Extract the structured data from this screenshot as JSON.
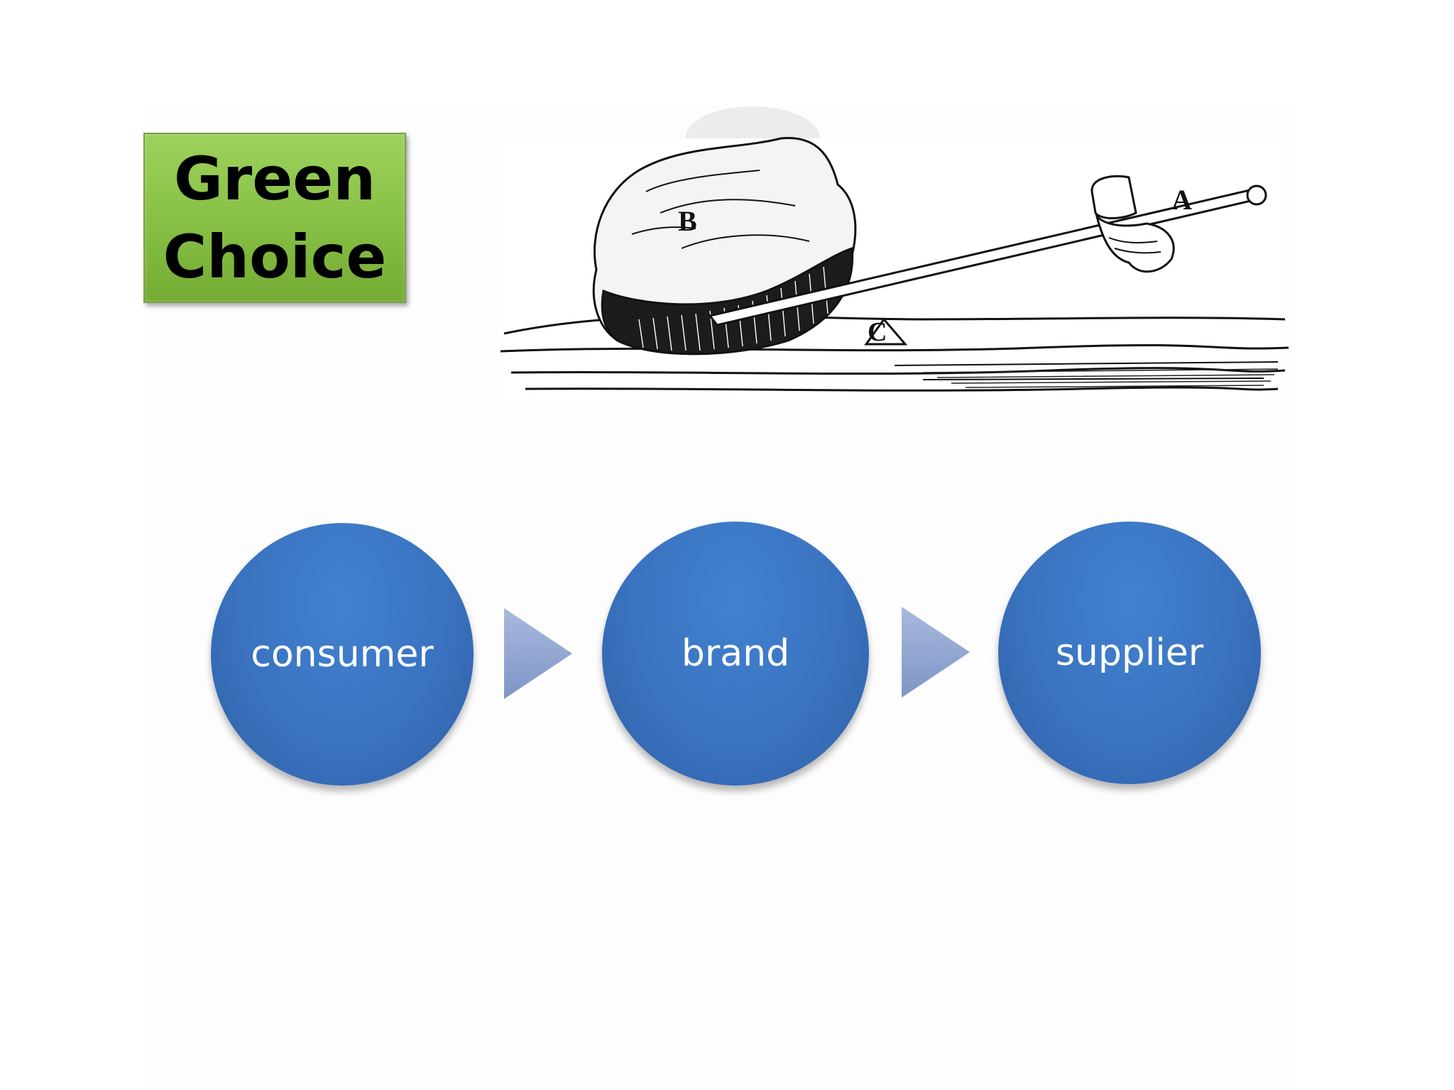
{
  "title": "Green\nChoice",
  "illustration": {
    "label_a": "A",
    "label_b": "B",
    "label_c": "C"
  },
  "flow": {
    "steps": [
      "consumer",
      "brand",
      "supplier"
    ]
  },
  "colors": {
    "title_green": "#86bf44",
    "circle_blue": "#3a73c0",
    "arrow_blue": "#8fa6d3"
  }
}
